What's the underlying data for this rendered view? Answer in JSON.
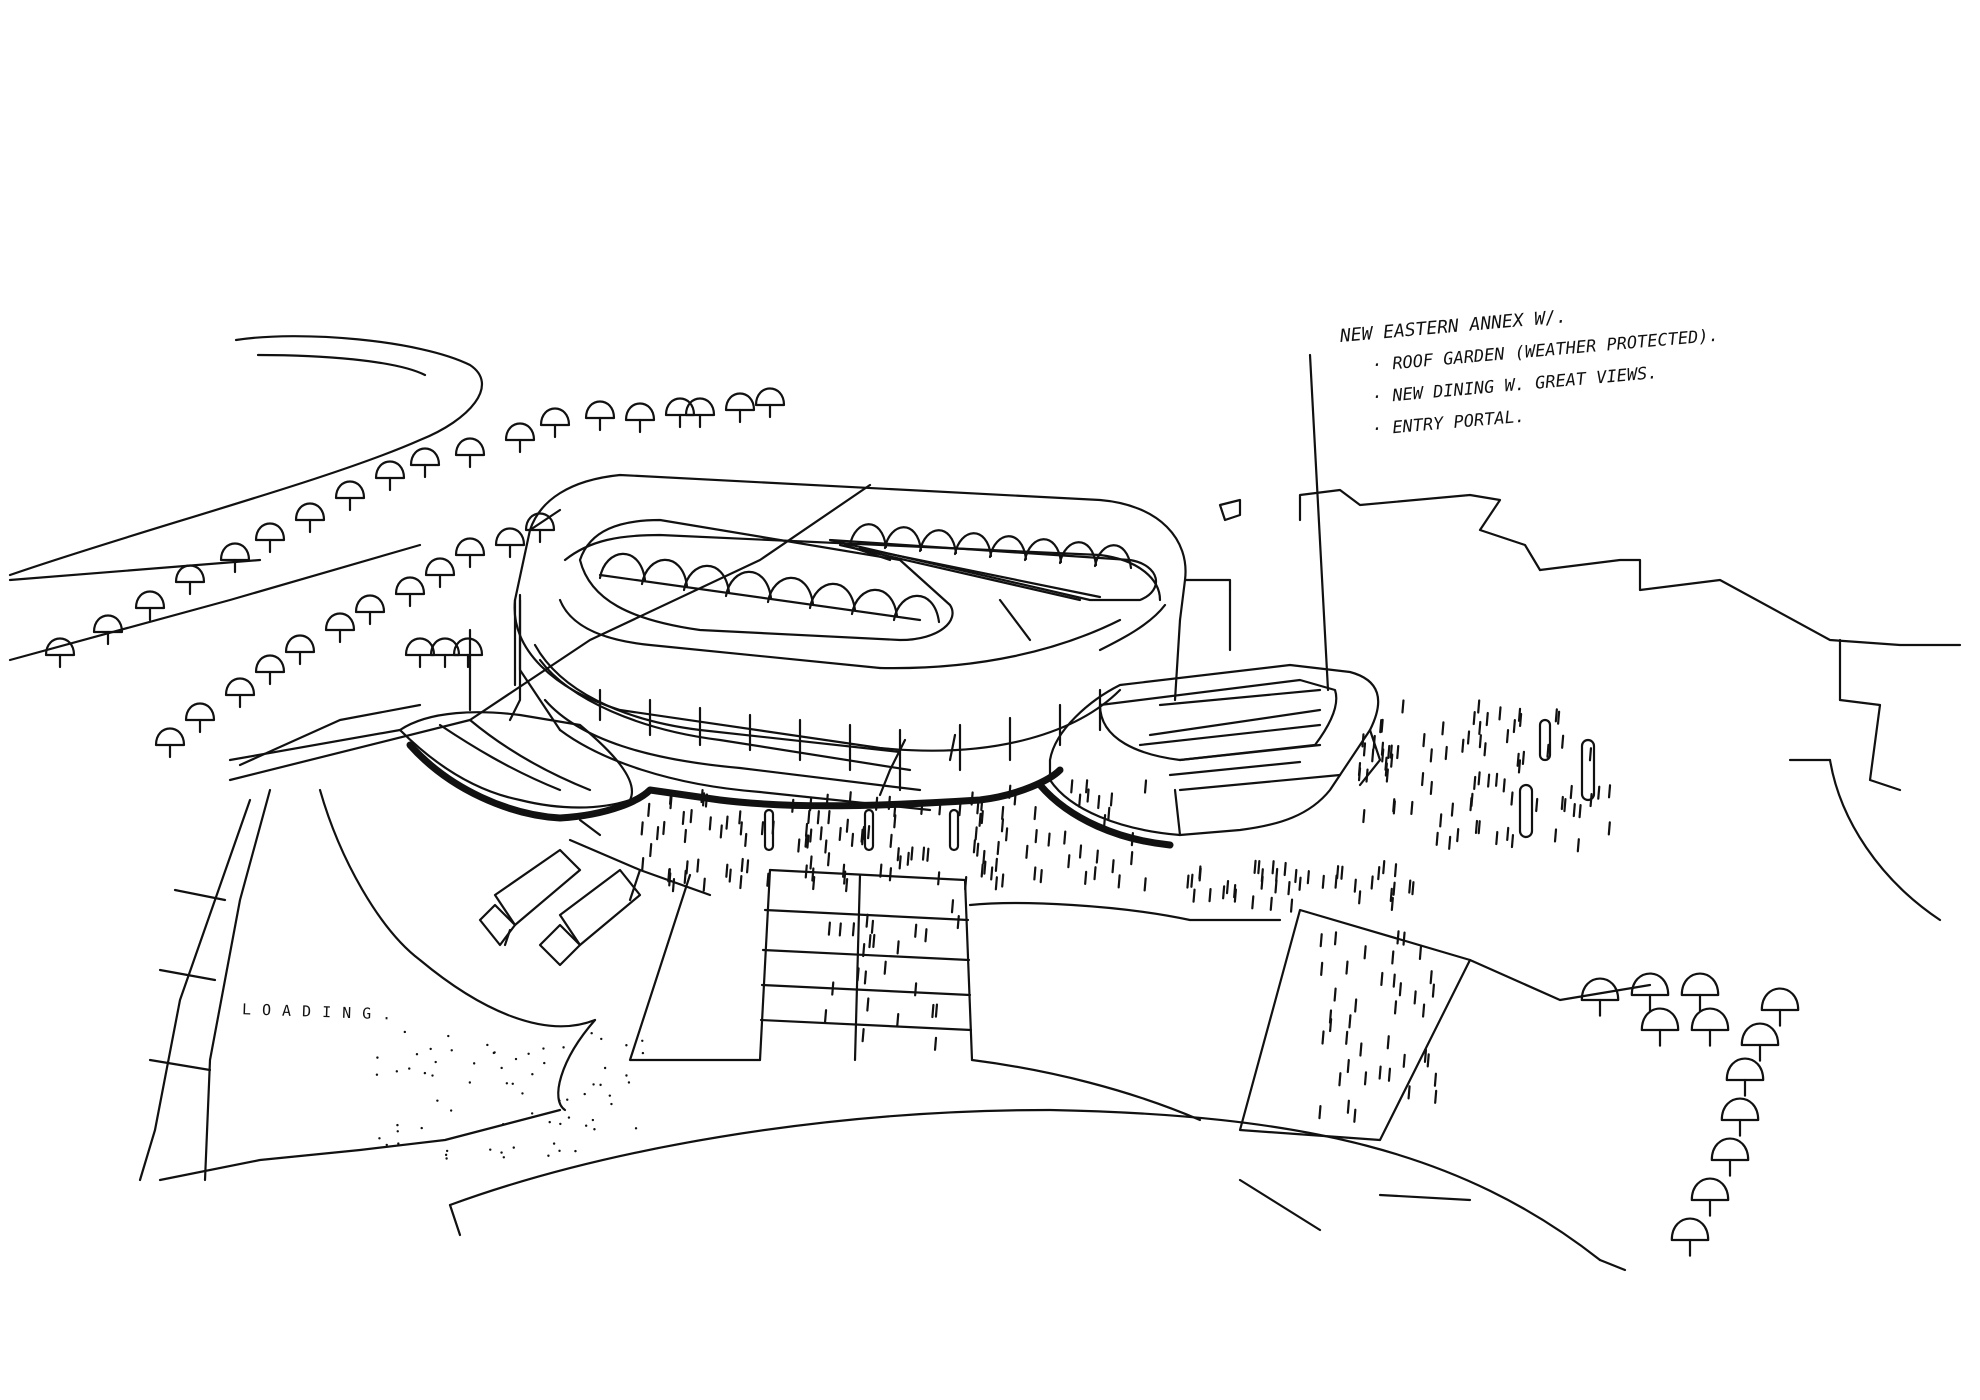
{
  "annotations": {
    "title": "NEW EASTERN ANNEX W/.",
    "items": [
      "· ROOF GARDEN (WEATHER PROTECTED).",
      "· NEW DINING W. GREAT VIEWS.",
      "· ENTRY PORTAL."
    ]
  },
  "labels": {
    "loading": "LOADING."
  }
}
